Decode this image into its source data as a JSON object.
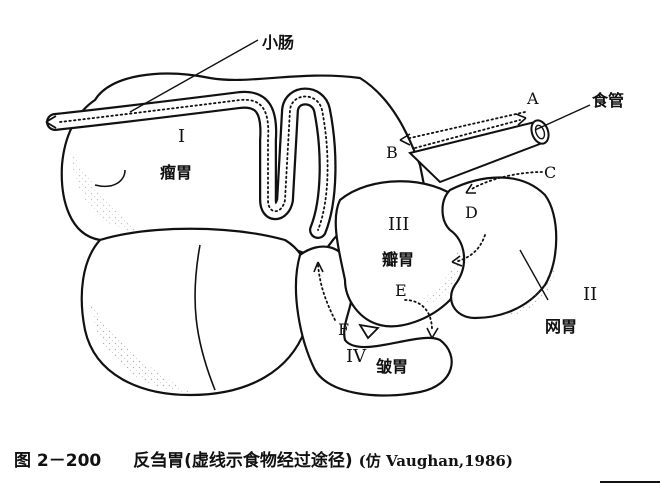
{
  "labels": {
    "small_intestine": "小肠",
    "esophagus": "食管",
    "rumen": "瘤胃",
    "omasum": "瓣胃",
    "reticulum": "网胃",
    "abomasum": "皱胃"
  },
  "roman": {
    "one": "I",
    "two": "II",
    "three": "III",
    "four": "IV"
  },
  "letters": {
    "a": "A",
    "b": "B",
    "c": "C",
    "d": "D",
    "e": "E",
    "f": "F"
  },
  "caption": {
    "number": "图 2－200",
    "title": "反刍胃(虚线示食物经过途径)",
    "source": "(仿 Vaughan,1986)"
  }
}
